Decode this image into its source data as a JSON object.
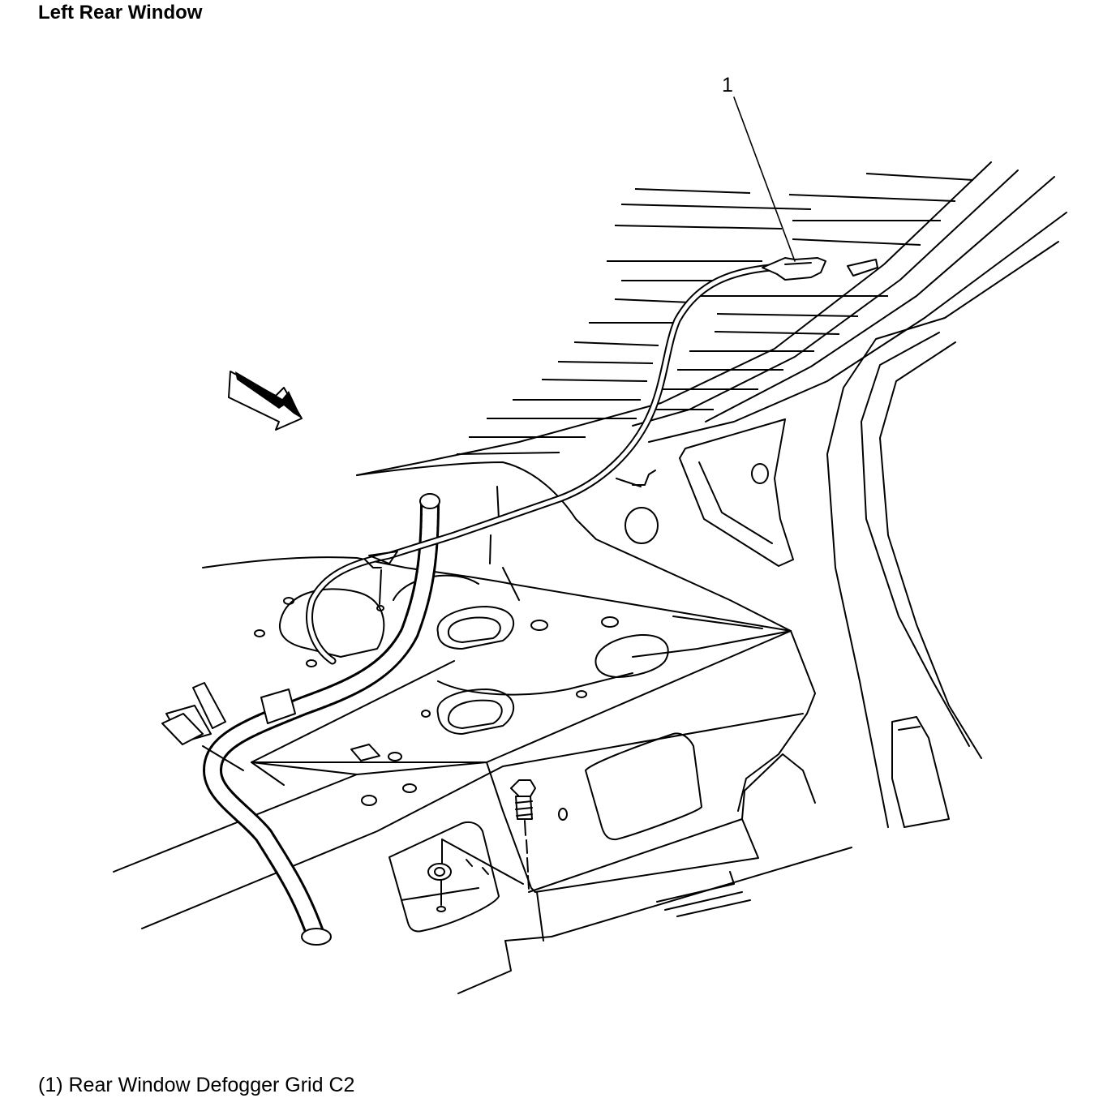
{
  "diagram": {
    "title": "Left Rear Window",
    "callouts": [
      {
        "number": "1",
        "text": "(1) Rear Window Defogger Grid C2"
      }
    ]
  },
  "colors": {
    "line": "#000000",
    "background": "#ffffff"
  }
}
